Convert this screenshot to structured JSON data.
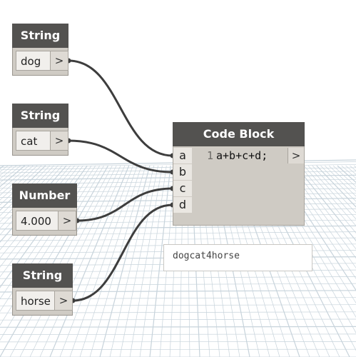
{
  "nodes": [
    {
      "title": "String",
      "value": "dog",
      "out": ">"
    },
    {
      "title": "String",
      "value": "cat",
      "out": ">"
    },
    {
      "title": "Number",
      "value": "4.000",
      "out": ">"
    },
    {
      "title": "String",
      "value": "horse",
      "out": ">"
    }
  ],
  "code_block": {
    "title": "Code Block",
    "ports": [
      "a",
      "b",
      "c",
      "d"
    ],
    "line_number": "1",
    "code": "a+b+c+d;",
    "out": ">"
  },
  "preview": {
    "value": "dogcat4horse"
  },
  "colors": {
    "header": "#535250",
    "body": "#cfcbc4",
    "wire": "#3d3d3d",
    "grid": "#c7d3db"
  }
}
